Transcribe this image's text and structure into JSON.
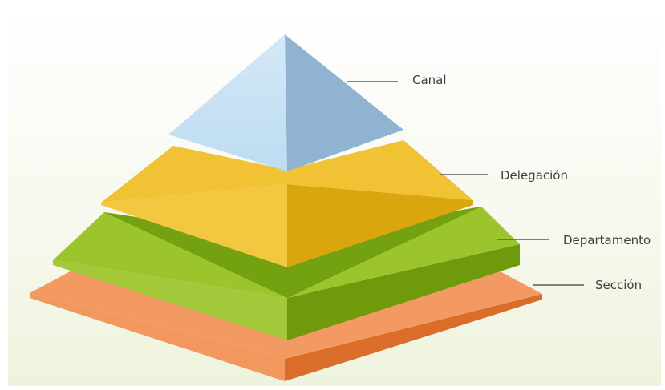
{
  "diagram": {
    "type": "pyramid",
    "layers": [
      {
        "label": "Canal",
        "colors": {
          "left": "#bddcf2",
          "right": "#8fb3d0",
          "top": "#c9e3f7",
          "front": "#8fb3d0"
        }
      },
      {
        "label": "Delegación",
        "colors": {
          "left": "#f3c73f",
          "right": "#d9a60e",
          "top": "#f1c233",
          "front": "#e0aa12"
        }
      },
      {
        "label": "Departamento",
        "colors": {
          "left": "#a3c93a",
          "right": "#6f9a0c",
          "top": "#9cc42c",
          "front": "#74a10f"
        }
      },
      {
        "label": "Sección",
        "colors": {
          "left": "#f2975e",
          "right": "#da6d2a",
          "top": "#f29a62",
          "front": "#e57a35"
        }
      }
    ]
  }
}
